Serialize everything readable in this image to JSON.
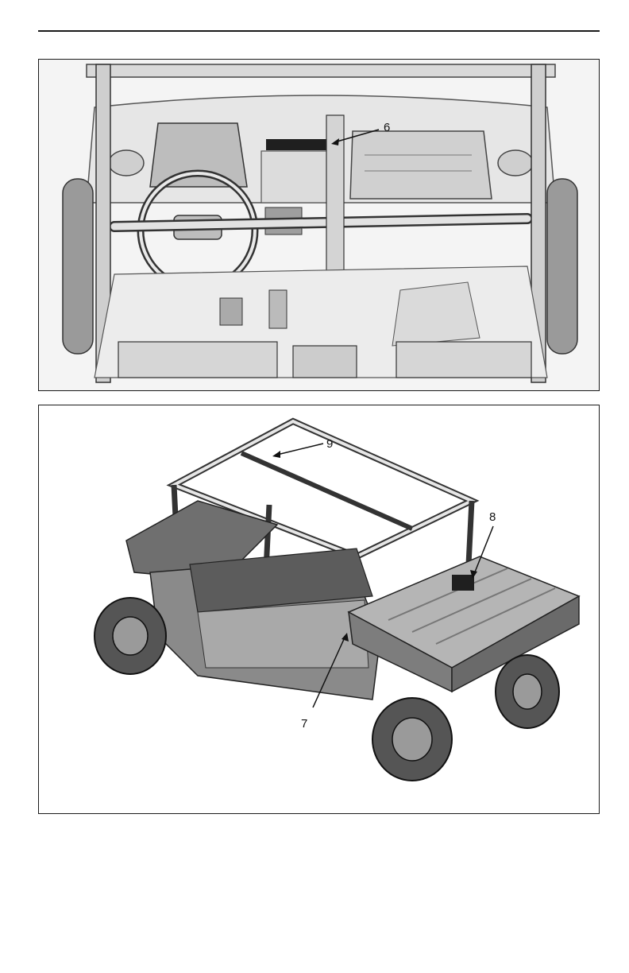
{
  "figure_top": {
    "callouts": [
      {
        "label": "6"
      }
    ]
  },
  "figure_bottom": {
    "callouts": [
      {
        "label": "9"
      },
      {
        "label": "8"
      },
      {
        "label": "7"
      }
    ]
  }
}
